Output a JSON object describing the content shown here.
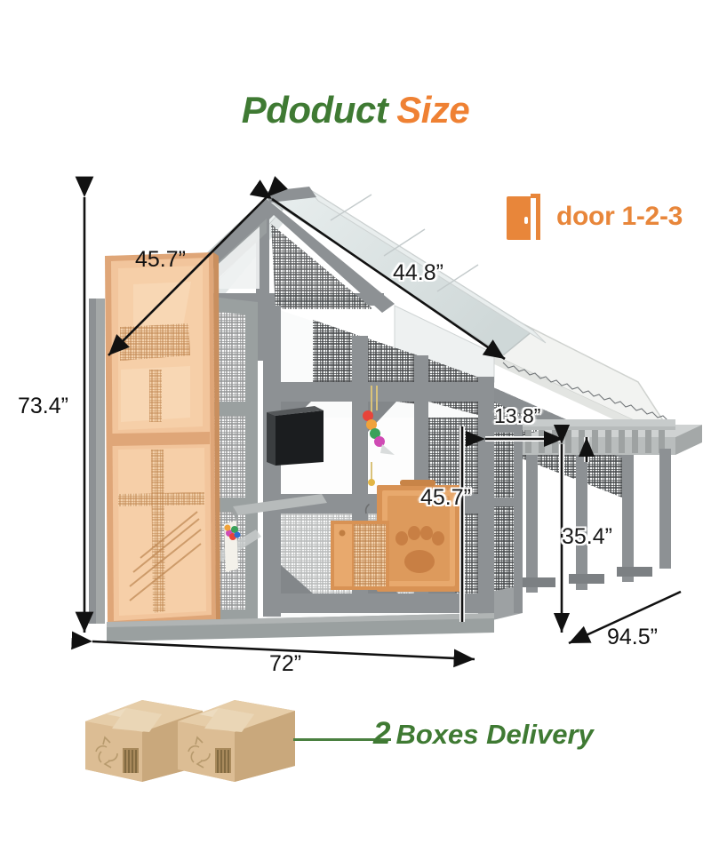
{
  "title": {
    "part1": "Pdoduct",
    "part2": "Size"
  },
  "door_badge": {
    "label": "door 1-2-3",
    "icon": "door-icon",
    "color": "#e8863a"
  },
  "dimensions": {
    "height_overall": "73.4”",
    "roof_left_slope": "45.7”",
    "roof_right_slope": "44.8”",
    "width_overall": "72”",
    "depth_overall": "94.5”",
    "balcony_width": "13.8”",
    "door_panel_height": "45.7”",
    "balcony_height": "35.4”"
  },
  "delivery": {
    "count": "2",
    "label": "Boxes Delivery"
  },
  "colors": {
    "title_green": "#3f7a33",
    "title_orange": "#ef8133",
    "accent_orange": "#e8863a",
    "frame_gray": "#8d9194",
    "panel_peach": "#f2c59c",
    "line_black": "#111111"
  },
  "product": {
    "name": "cat-house-catio",
    "parts": [
      "gable-roof",
      "open-door-panel",
      "mesh-walls",
      "cat-door-paw",
      "small-mesh-door",
      "hanging-toy",
      "interior-platforms",
      "ramp",
      "balcony-deck",
      "balcony-railing",
      "support-legs"
    ]
  }
}
